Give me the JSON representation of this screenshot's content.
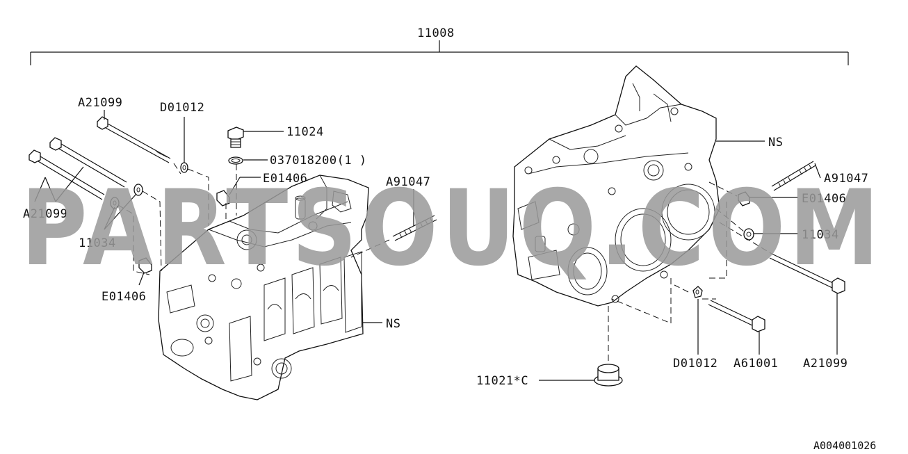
{
  "diagram": {
    "assembly_number": "11008",
    "figure_code": "A004001026",
    "watermark": "PARTSOUQ.COM",
    "labels": {
      "left_a21099_top": "A21099",
      "left_d01012": "D01012",
      "left_11024": "11024",
      "left_037018200": "037018200(1 )",
      "left_e01406_top": "E01406",
      "left_a91047": "A91047",
      "left_a21099_bottom": "A21099",
      "left_11034": "11034",
      "left_e01406_bottom": "E01406",
      "left_ns": "NS",
      "right_ns": "NS",
      "right_a91047": "A91047",
      "right_e01406": "E01406",
      "right_11034": "11034",
      "right_d01012": "D01012",
      "right_a61001": "A61001",
      "right_a21099": "A21099",
      "right_11021c": "11021*C"
    }
  }
}
